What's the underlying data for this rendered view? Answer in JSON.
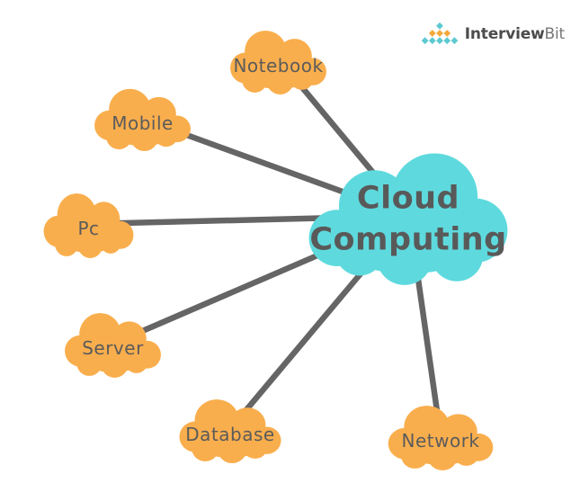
{
  "logo": {
    "brand_primary": "Interview",
    "brand_secondary": "Bit",
    "icon": "pyramid-diamonds-icon",
    "icon_colors": {
      "teal": "#5DC9D1",
      "orange": "#F3A93D"
    }
  },
  "diagram": {
    "type": "mind-map",
    "center": {
      "id": "cloud-computing",
      "label": "Cloud Computing"
    },
    "nodes": [
      {
        "id": "notebook",
        "label": "Notebook"
      },
      {
        "id": "mobile",
        "label": "Mobile"
      },
      {
        "id": "pc",
        "label": "Pc"
      },
      {
        "id": "server",
        "label": "Server"
      },
      {
        "id": "database",
        "label": "Database"
      },
      {
        "id": "network",
        "label": "Network"
      }
    ],
    "colors": {
      "node_fill": "#F9AE4D",
      "center_fill": "#5EDADE",
      "connector": "#656565",
      "node_label": "#5B5B5B",
      "center_label": "#595959"
    }
  }
}
